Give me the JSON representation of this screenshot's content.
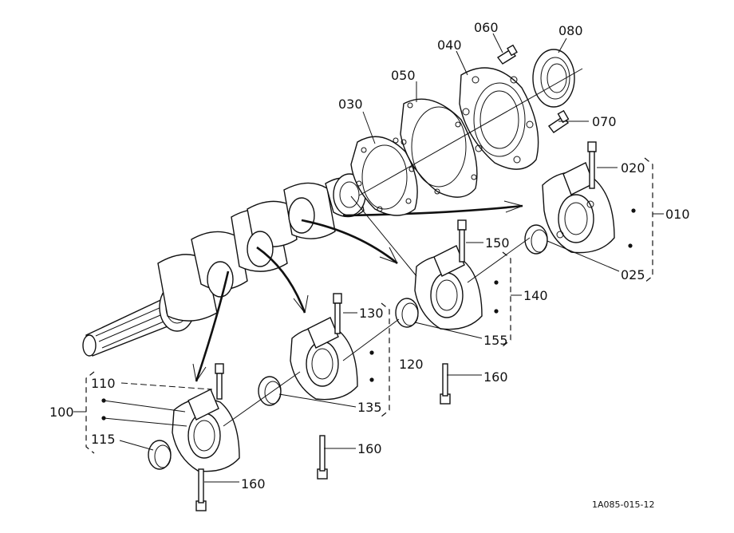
{
  "labels": {
    "l010": "010",
    "l020": "020",
    "l025": "025",
    "l030": "030",
    "l040": "040",
    "l050": "050",
    "l060": "060",
    "l070": "070",
    "l080": "080",
    "l100": "100",
    "l110": "110",
    "l115": "115",
    "l120": "120",
    "l130": "130",
    "l135": "135",
    "l140": "140",
    "l150": "150",
    "l155": "155",
    "l160a": "160",
    "l160b": "160",
    "l160c": "160"
  },
  "drawing_number": "1A085-015-12"
}
